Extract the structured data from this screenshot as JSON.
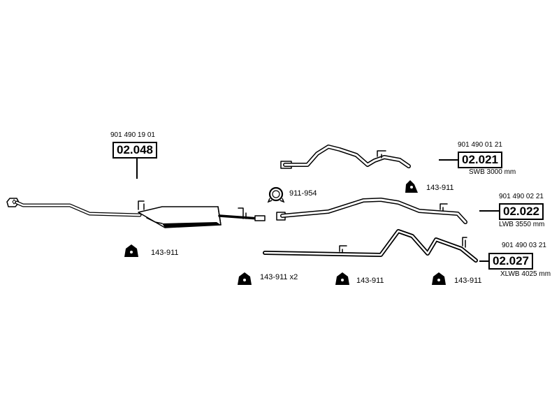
{
  "assemblies": [
    {
      "id": "a1",
      "part_number": "901 490 19 01",
      "ref": "02.048"
    },
    {
      "id": "a2",
      "part_number": "901 490 01 21",
      "ref": "02.021",
      "variant": "SWB 3000 mm"
    },
    {
      "id": "a3",
      "part_number": "901 490 02 21",
      "ref": "02.022",
      "variant": "LWB 3550 mm"
    },
    {
      "id": "a4",
      "part_number": "901 490 03 21",
      "ref": "02.027",
      "variant": "XLWB 4025 mm"
    }
  ],
  "accessories": [
    {
      "id": "clamp",
      "label": "911-954"
    },
    {
      "id": "h1",
      "label": "143-911"
    },
    {
      "id": "h2",
      "label": "143-911"
    },
    {
      "id": "h3",
      "label": "143-911 x2"
    },
    {
      "id": "h4",
      "label": "143-911"
    },
    {
      "id": "h5",
      "label": "143-911"
    }
  ]
}
